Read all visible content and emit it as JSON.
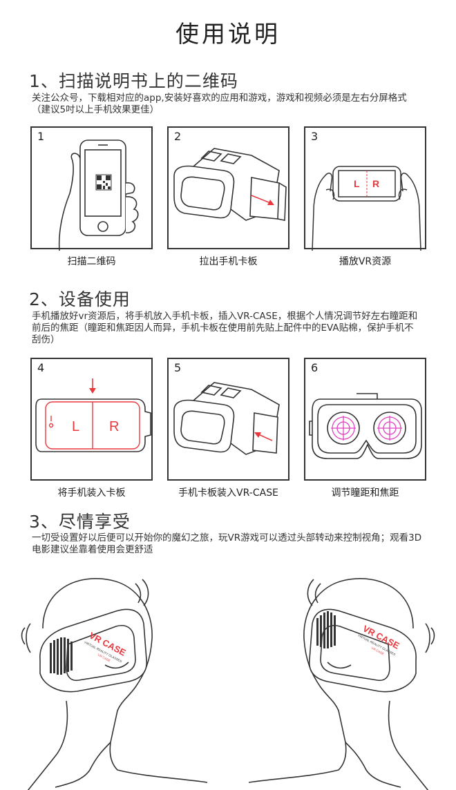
{
  "title": "使用说明",
  "section1": {
    "heading": "1、扫描说明书上的二维码",
    "desc_line1": "关注公众号，下载相对应的app,安装好喜欢的应用和游戏，游戏和视频必须是左右分屏格式",
    "desc_line2": "（建议5吋以上手机效果更佳）",
    "steps": [
      {
        "num": "1",
        "caption": "扫描二维码"
      },
      {
        "num": "2",
        "caption": "拉出手机卡板"
      },
      {
        "num": "3",
        "caption": "播放VR资源",
        "left_label": "L",
        "right_label": "R"
      }
    ]
  },
  "section2": {
    "heading": "2、设备使用",
    "desc_line1": "手机播放好vr资源后，将手机放入手机卡板，插入VR-CASE，根据个人情况调节好左右瞳距和",
    "desc_line2": "前后的焦距（瞳距和焦距因人而异，手机卡板在使用前先贴上配件中的EVA贴棉，保护手机不",
    "desc_line3": "刮伤）",
    "steps": [
      {
        "num": "4",
        "caption": "将手机装入卡板",
        "left_label": "L",
        "right_label": "R"
      },
      {
        "num": "5",
        "caption": "手机卡板装入VR-CASE"
      },
      {
        "num": "6",
        "caption": "调节瞳距和焦距"
      }
    ]
  },
  "section3": {
    "heading": "3、尽情享受",
    "desc_line1": "一切受设置好以后便可以开始你的魔幻之旅，玩VR游戏可以透过头部转动来控制视角；观看3D",
    "desc_line2": "电影建议坐靠着使用会更舒适",
    "headset_brand": "VR CASE",
    "headset_tagline": "VIRTUAL REALITY GLASSES",
    "headset_sub": "VR CASE"
  },
  "colors": {
    "accent": "#e8383d",
    "magenta": "#e040c0",
    "line": "#333333"
  }
}
